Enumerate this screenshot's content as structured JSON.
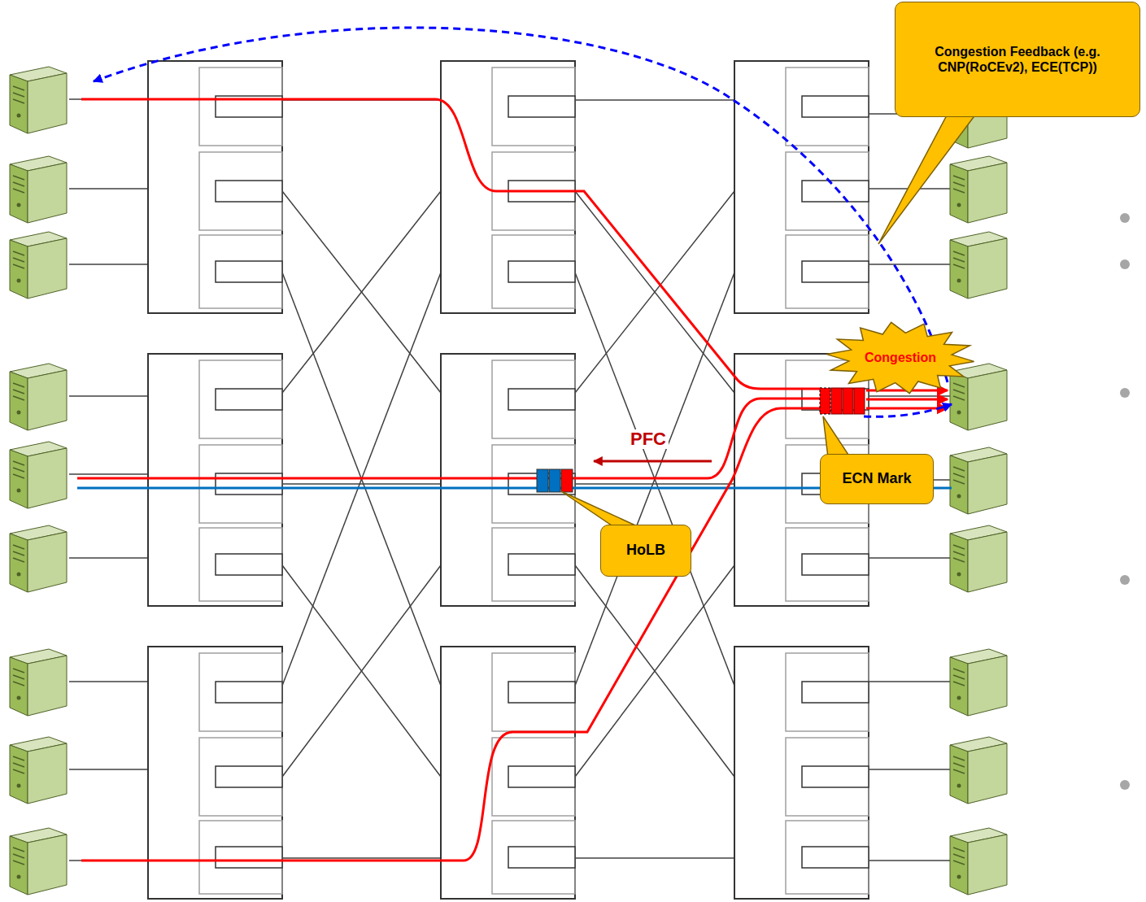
{
  "diagram": {
    "nodes": [
      {
        "text": [
          "Congestion Feedback (e.g. CNP(RoCEv2), ECE(TCP))"
        ]
      },
      {
        "text": [
          "Congestion"
        ]
      },
      {
        "text": [
          "ECN Mark"
        ]
      },
      {
        "text": [
          "HoLB"
        ]
      }
    ],
    "labels": [
      "PFC"
    ]
  }
}
